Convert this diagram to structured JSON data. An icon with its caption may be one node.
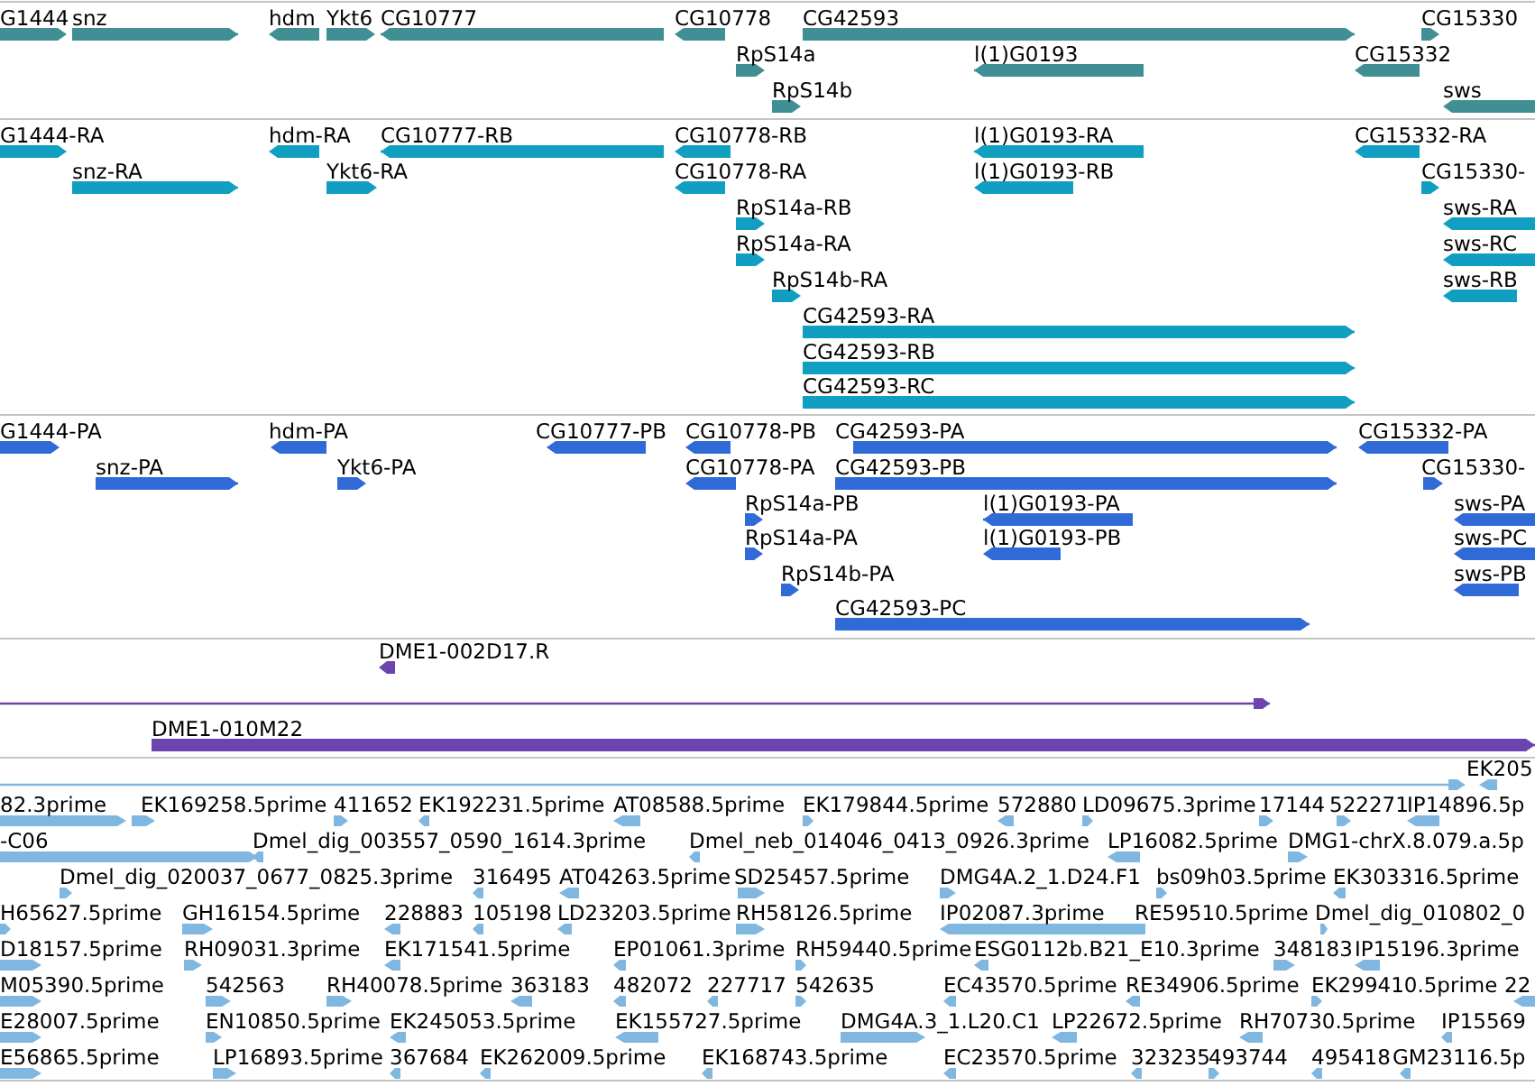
{
  "diagram": {
    "labels": [
      "G1444",
      "snz",
      "hdm",
      "Ykt6",
      "CG10777",
      "CG10778",
      "CG42593",
      "CG15330",
      "RpS14a",
      "l(1)G0193",
      "CG15332",
      "RpS14b",
      "sws",
      "G1444-RA",
      "hdm-RA",
      "CG10777-RB",
      "CG10778-RB",
      "l(1)G0193-RA",
      "CG15332-RA",
      "snz-RA",
      "Ykt6-RA",
      "CG10778-RA",
      "l(1)G0193-RB",
      "CG15330-",
      "RpS14a-RB",
      "sws-RA",
      "RpS14a-RA",
      "sws-RC",
      "RpS14b-RA",
      "sws-RB",
      "CG42593-RA",
      "CG42593-RB",
      "CG42593-RC",
      "G1444-PA",
      "hdm-PA",
      "CG10777-PB",
      "CG10778-PB",
      "CG42593-PA",
      "CG15332-PA",
      "snz-PA",
      "Ykt6-PA",
      "CG10778-PA",
      "CG42593-PB",
      "CG15330-",
      "RpS14a-PB",
      "l(1)G0193-PA",
      "sws-PA",
      "RpS14a-PA",
      "l(1)G0193-PB",
      "sws-PC",
      "RpS14b-PA",
      "sws-PB",
      "CG42593-PC",
      "DME1-002D17.R",
      "DME1-010M22",
      "EK205",
      "82.3prime",
      "EK169258.5prime",
      "411652",
      "EK192231.5prime",
      "AT08588.5prime",
      "EK179844.5prime",
      "572880",
      "LD09675.3prime",
      "17144",
      "522271",
      "IP14896.5p",
      "-C06",
      "Dmel_dig_003557_0590_1614.3prime",
      "Dmel_neb_014046_0413_0926.3prime",
      "LP16082.5prime",
      "DMG1-chrX.8.079.a.5p",
      "Dmel_dig_020037_0677_0825.3prime",
      "316495",
      "AT04263.5prime",
      "SD25457.5prime",
      "DMG4A.2_1.D24.F1",
      "bs09h03.5prime",
      "EK303316.5prime",
      "H65627.5prime",
      "GH16154.5prime",
      "228883",
      "105198",
      "LD23203.5prime",
      "RH58126.5prime",
      "IP02087.3prime",
      "RE59510.5prime",
      "Dmel_dig_010802_0",
      "D18157.5prime",
      "RH09031.3prime",
      "EK171541.5prime",
      "EP01061.3prime",
      "RH59440.5prime",
      "ESG0112b.B21_E10.3prime",
      "348183",
      "IP15196.3prime",
      "M05390.5prime",
      "542563",
      "RH40078.5prime",
      "363183",
      "482072",
      "227717",
      "542635",
      "EC43570.5prime",
      "RE34906.5prime",
      "EK299410.5prime",
      "22",
      "E28007.5prime",
      "EN10850.5prime",
      "EK245053.5prime",
      "EK155727.5prime",
      "DMG4A.3_1.L20.C1",
      "LP22672.5prime",
      "RH70730.5prime",
      "IP15569",
      "E56865.5prime",
      "LP16893.5prime",
      "367684",
      "EK262009.5prime",
      "EK168743.5prime",
      "EC23570.5prime",
      "323235",
      "493744",
      "495418",
      "GM23116.5p"
    ]
  }
}
